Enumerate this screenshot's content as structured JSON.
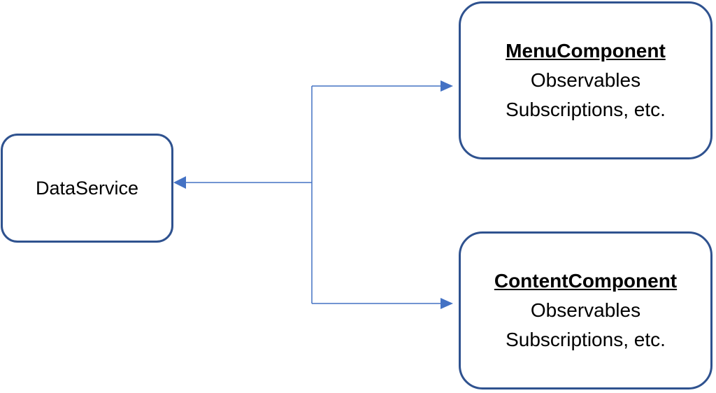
{
  "colors": {
    "box_border": "#2F528F",
    "connector": "#4472C4"
  },
  "data_service": {
    "label": "DataService"
  },
  "menu_component": {
    "title": "MenuComponent",
    "line1": "Observables",
    "line2": "Subscriptions, etc."
  },
  "content_component": {
    "title": "ContentComponent",
    "line1": "Observables",
    "line2": "Subscriptions, etc."
  }
}
